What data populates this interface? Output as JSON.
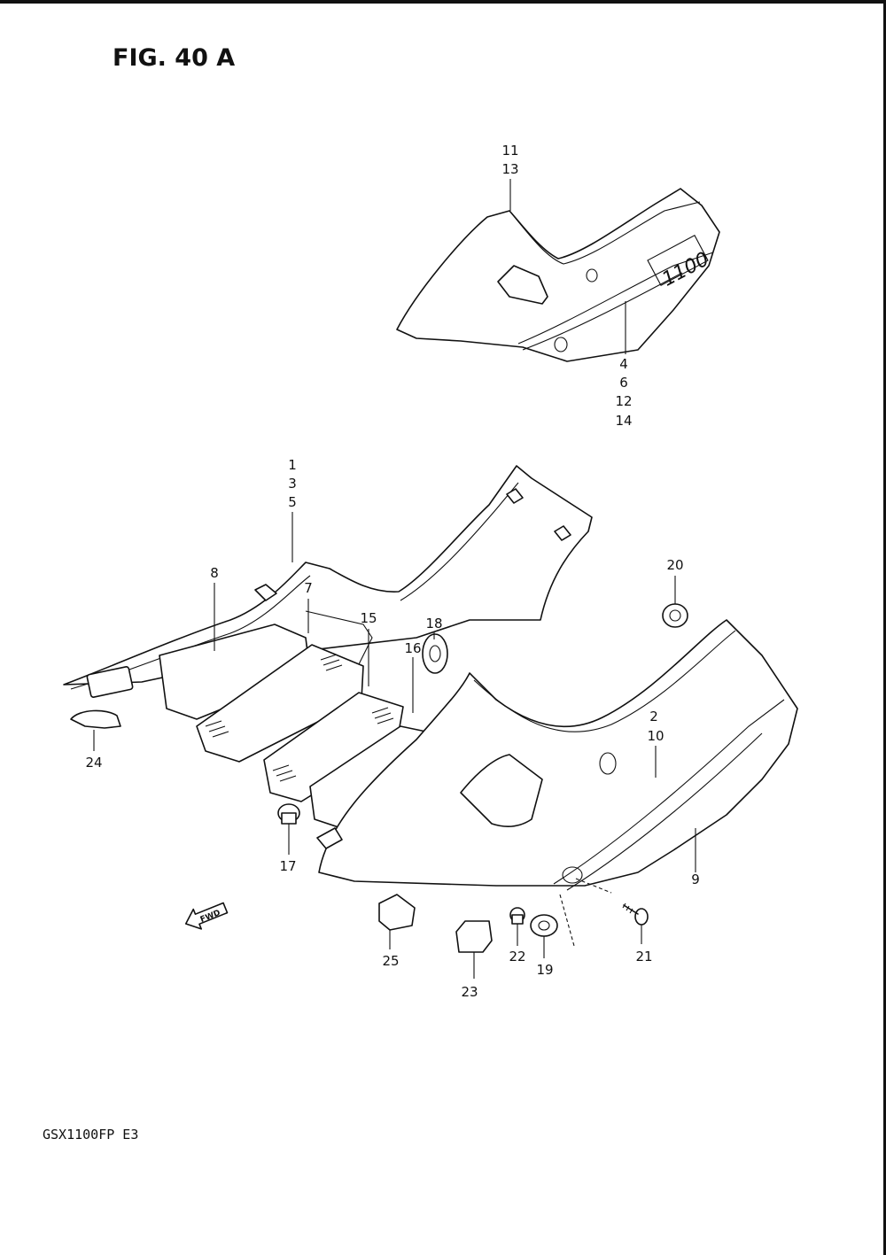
{
  "figure": {
    "title": "FIG. 40 A",
    "model_code": "GSX1100FP  E3"
  },
  "fwd_arrow": {
    "label": "FWD",
    "icon": "fwd-arrow-icon"
  },
  "emblem": {
    "text": "1100"
  },
  "callouts": {
    "c_11": "11",
    "c_13": "13",
    "c_4": "4",
    "c_6": "6",
    "c_12": "12",
    "c_14": "14",
    "c_1": "1",
    "c_3": "3",
    "c_5": "5",
    "c_8": "8",
    "c_7": "7",
    "c_15": "15",
    "c_18": "18",
    "c_16": "16",
    "c_20": "20",
    "c_2": "2",
    "c_10": "10",
    "c_24": "24",
    "c_17": "17",
    "c_9": "9",
    "c_25": "25",
    "c_22": "22",
    "c_19": "19",
    "c_21": "21",
    "c_23": "23"
  }
}
